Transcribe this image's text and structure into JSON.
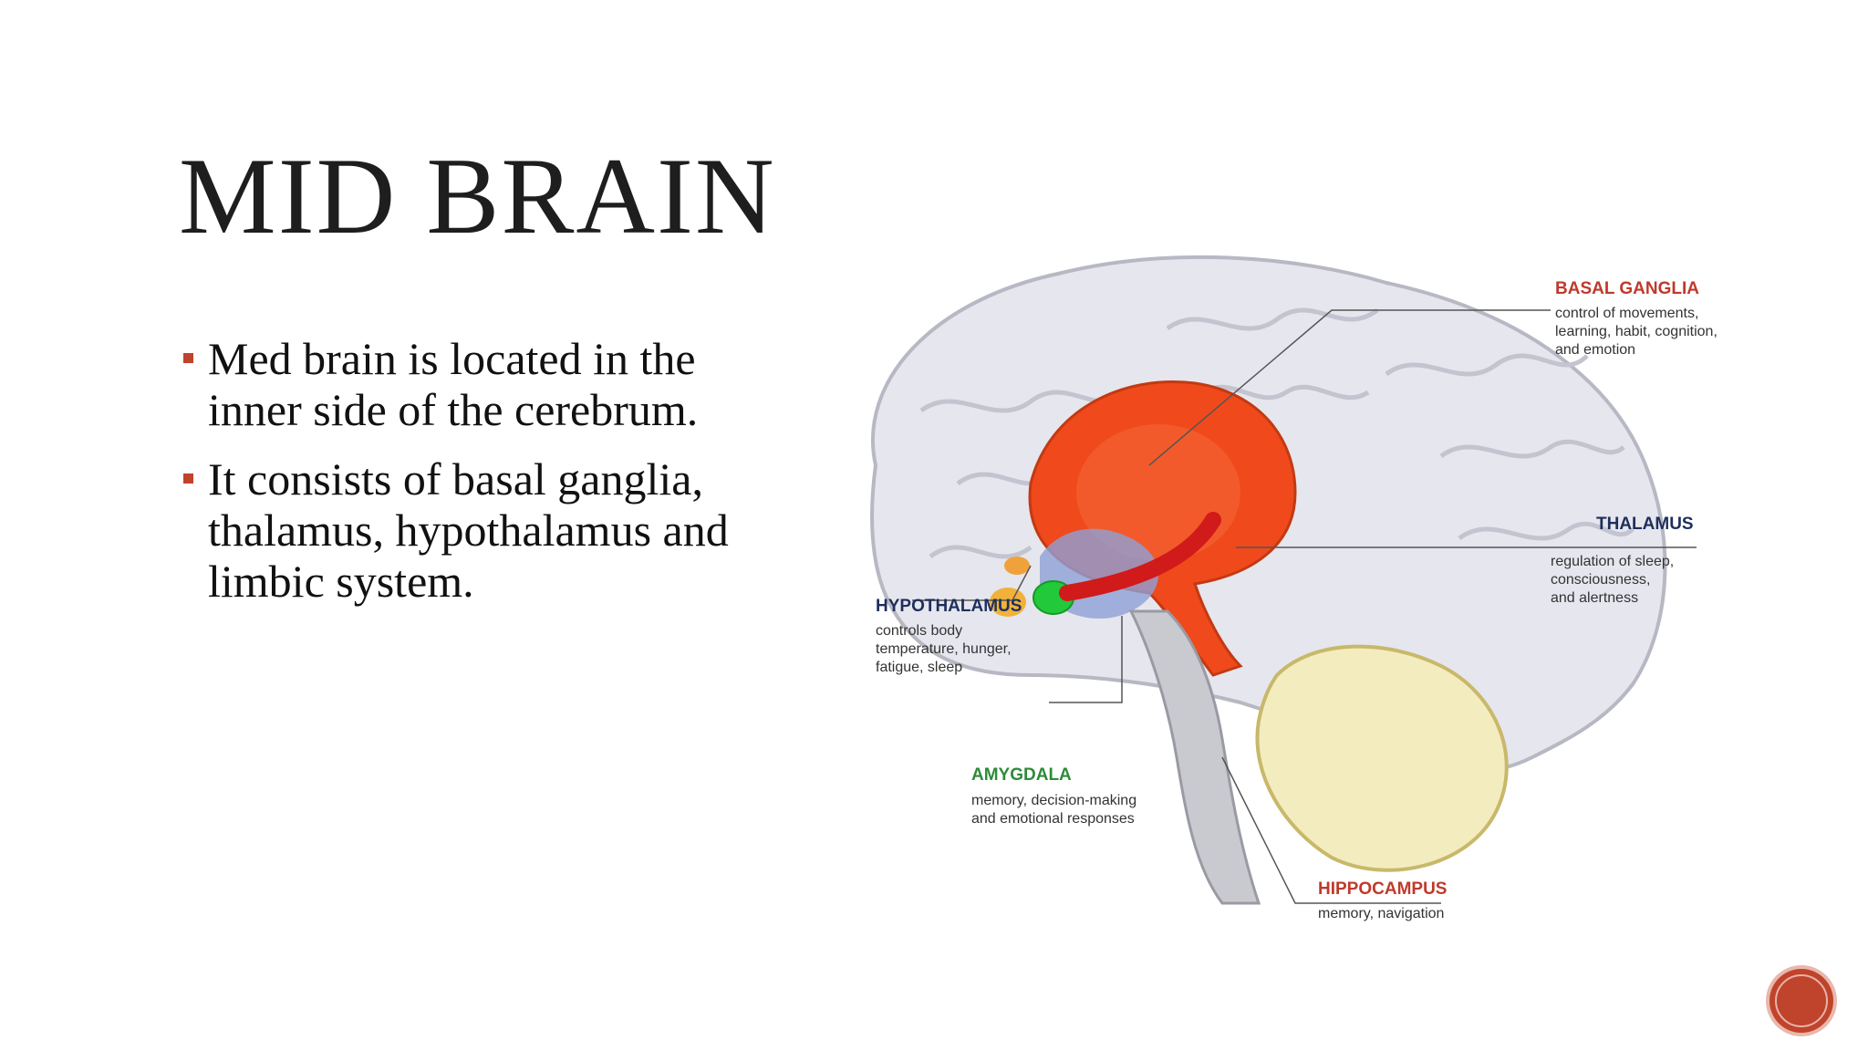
{
  "slide": {
    "title": "MID BRAIN",
    "bullets": [
      "Med brain is located in the inner side of the cerebrum.",
      "It consists of basal ganglia, thalamus, hypothalamus and limbic system."
    ],
    "bullet_color": "#c0432b"
  },
  "figure": {
    "labels": {
      "basal_ganglia": {
        "title": "BASAL GANGLIA",
        "lines": [
          "control of movements,",
          "learning, habit, cognition,",
          "and emotion"
        ]
      },
      "thalamus": {
        "title": "THALAMUS",
        "lines": [
          "regulation of sleep,",
          "consciousness,",
          "and alertness"
        ]
      },
      "hypothalamus": {
        "title": "HYPOTHALAMUS",
        "lines": [
          "controls body",
          "temperature, hunger,",
          "fatigue, sleep"
        ]
      },
      "amygdala": {
        "title": "AMYGDALA",
        "lines": [
          "memory, decision-making",
          "and emotional responses"
        ]
      },
      "hippocampus": {
        "title": "HIPPOCAMPUS",
        "lines": [
          "memory, navigation"
        ]
      }
    },
    "colors": {
      "red_label": "#c0392b",
      "green_label": "#2e8b3a",
      "blue_label": "#1f2f5c",
      "basal_ganglia": "#f0491c",
      "brain": "#e6e6ee",
      "amygdala": "#22c93a"
    }
  },
  "badge": {
    "color": "#c0432b"
  }
}
